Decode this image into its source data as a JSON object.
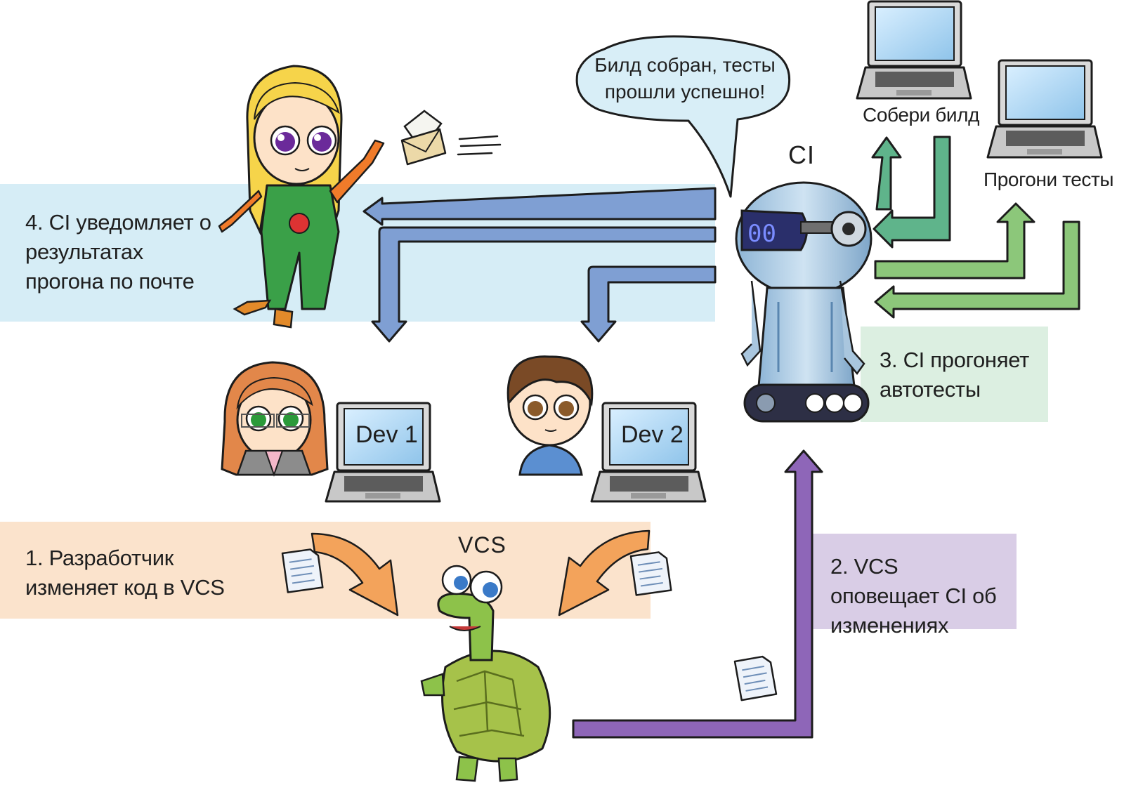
{
  "steps": {
    "step1": "1. Разработчик изменяет код в VCS",
    "step2": "2. VCS оповещает CI об изменениях",
    "step3": "3. CI прогоняет автотесты",
    "step4": "4. CI уведомляет о результатах прогона по почте"
  },
  "labels": {
    "ci": "CI",
    "vcs": "VCS",
    "build": "Собери билд",
    "tests": "Прогони тесты",
    "dev1": "Dev 1",
    "dev2": "Dev 2",
    "bubble": "Билд собран, тесты прошли успешно!"
  },
  "colors": {
    "blue_band": "#d6edf6",
    "green_band": "#dcefe1",
    "orange_band": "#fbe3cc",
    "purple_band": "#d9cde6",
    "blue_arrow": "#7f9fd3",
    "green_arrow": "#8cc77a",
    "orange_arrow": "#f3a35b",
    "purple_arrow": "#8e66b8"
  },
  "icons": [
    "letter-envelope-icon",
    "document-icon",
    "laptop-icon",
    "robot-icon",
    "turtle-icon",
    "tester-girl-icon",
    "developer-icon"
  ]
}
